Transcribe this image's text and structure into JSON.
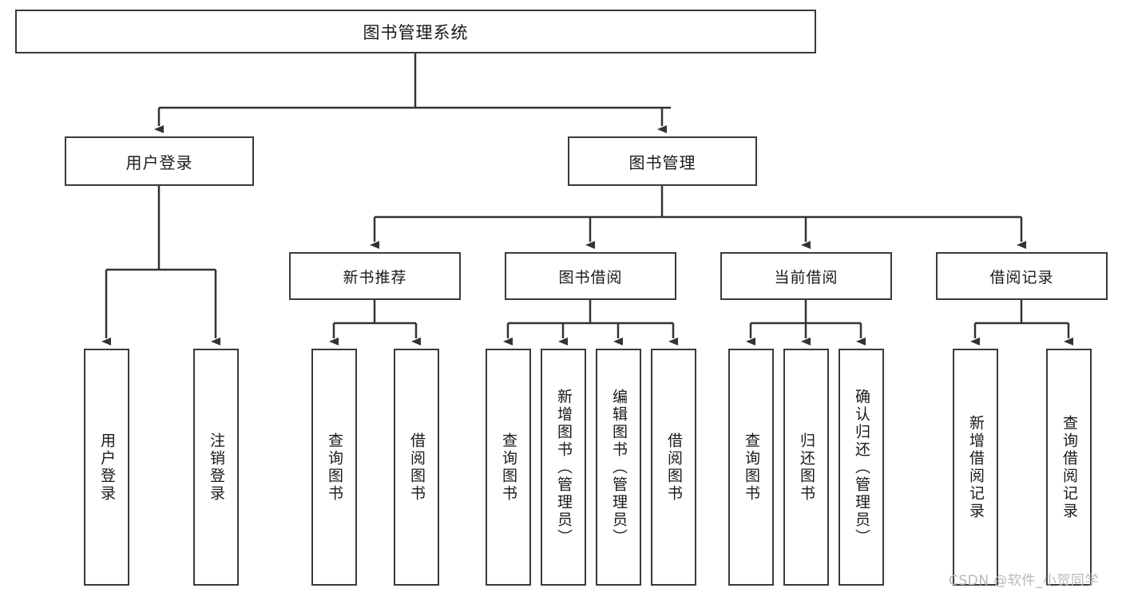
{
  "diagram": {
    "title": "图书管理系统",
    "type": "hierarchy-tree",
    "watermark": "CSDN @软件_小贺同学",
    "colors": {
      "box_border": "#3a3a3a",
      "box_fill": "#ffffff",
      "line": "#333333",
      "text": "#1a1a1a",
      "watermark": "#b9b9b9"
    },
    "root": {
      "label": "图书管理系统"
    },
    "level2": [
      {
        "label": "用户登录"
      },
      {
        "label": "图书管理"
      }
    ],
    "level3": [
      {
        "label": "新书推荐"
      },
      {
        "label": "图书借阅"
      },
      {
        "label": "当前借阅"
      },
      {
        "label": "借阅记录"
      }
    ],
    "leaves": {
      "user_login": [
        {
          "label": "用户登录"
        },
        {
          "label": "注销登录"
        }
      ],
      "new_book_recommend": [
        {
          "label": "查询图书"
        },
        {
          "label": "借阅图书"
        }
      ],
      "book_borrow": [
        {
          "label": "查询图书"
        },
        {
          "label": "新增图书（管理员）"
        },
        {
          "label": "编辑图书（管理员）"
        },
        {
          "label": "借阅图书"
        }
      ],
      "current_borrow": [
        {
          "label": "查询图书"
        },
        {
          "label": "归还图书"
        },
        {
          "label": "确认归还（管理员）"
        }
      ],
      "borrow_records": [
        {
          "label": "新增借阅记录"
        },
        {
          "label": "查询借阅记录"
        }
      ]
    }
  }
}
